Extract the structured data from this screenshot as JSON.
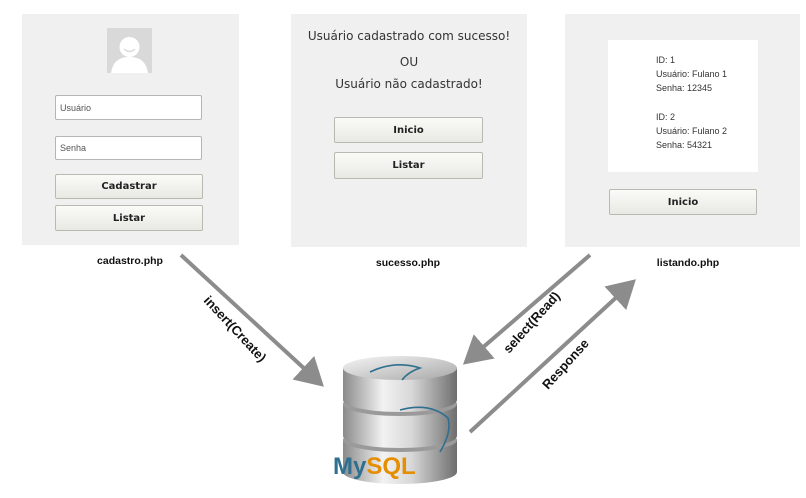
{
  "cadastro": {
    "username_placeholder": "Usuário",
    "password_placeholder": "Senha",
    "register_button": "Cadastrar",
    "list_button": "Listar",
    "caption": "cadastro.php"
  },
  "sucesso": {
    "success_message": "Usuário cadastrado com sucesso!",
    "or_text": "OU",
    "failure_message": "Usuário não cadastrado!",
    "home_button": "Inicio",
    "list_button": "Listar",
    "caption": "sucesso.php"
  },
  "listando": {
    "records": [
      {
        "id": "ID: 1",
        "user": "Usuário: Fulano 1",
        "password": "Senha: 12345"
      },
      {
        "id": "ID: 2",
        "user": "Usuário: Fulano 2",
        "password": "Senha: 54321"
      }
    ],
    "home_button": "Inicio",
    "caption": "listando.php"
  },
  "arrows": {
    "insert_label": "insert(Create)",
    "select_label": "select(Read)",
    "response_label": "Response"
  },
  "database": {
    "logo_text_my": "My",
    "logo_text_sql": "SQL"
  },
  "colors": {
    "arrow": "#8c8c8c",
    "mysql_blue": "#2f6f8f",
    "mysql_orange": "#e48e00"
  }
}
